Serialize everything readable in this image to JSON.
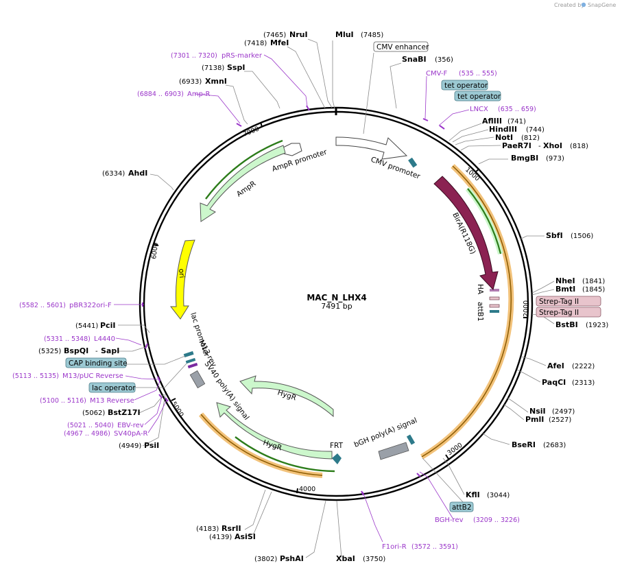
{
  "watermark": {
    "created_by": "Created by",
    "app": "SnapGene"
  },
  "plasmid": {
    "name": "MAC_N_LHX4",
    "length": "7491 bp"
  },
  "ticks": [
    "1000",
    "2000",
    "3000",
    "4000",
    "5000",
    "6000",
    "7000"
  ],
  "sites": [
    {
      "id": "mlui",
      "name": "MluI",
      "pos": "(7485)"
    },
    {
      "id": "snabi",
      "name": "SnaBI",
      "pos": "(356)"
    },
    {
      "id": "nrui",
      "name": "NruI",
      "pos": "(7465)"
    },
    {
      "id": "mfei",
      "name": "MfeI",
      "pos": "(7418)"
    },
    {
      "id": "sspi",
      "name": "SspI",
      "pos": "(7138)"
    },
    {
      "id": "xmni",
      "name": "XmnI",
      "pos": "(6933)"
    },
    {
      "id": "ahdi",
      "name": "AhdI",
      "pos": "(6334)"
    },
    {
      "id": "afliii",
      "name": "AflIII",
      "pos": "(741)"
    },
    {
      "id": "hindiii",
      "name": "HindIII",
      "pos": "(744)"
    },
    {
      "id": "noti",
      "name": "NotI",
      "pos": "(812)"
    },
    {
      "id": "paer7i",
      "name": "PaeR7I",
      "pos": "",
      "name2": "XhoI",
      "pos2": "(818)"
    },
    {
      "id": "bmgbi",
      "name": "BmgBI",
      "pos": "(973)"
    },
    {
      "id": "sbfi",
      "name": "SbfI",
      "pos": "(1506)"
    },
    {
      "id": "nhei",
      "name": "NheI",
      "pos": "(1841)"
    },
    {
      "id": "bmti",
      "name": "BmtI",
      "pos": "(1845)"
    },
    {
      "id": "bstbi",
      "name": "BstBI",
      "pos": "(1923)"
    },
    {
      "id": "afei",
      "name": "AfeI",
      "pos": "(2222)"
    },
    {
      "id": "paqci",
      "name": "PaqCI",
      "pos": "(2313)"
    },
    {
      "id": "nsii",
      "name": "NsiI",
      "pos": "(2497)"
    },
    {
      "id": "pmli",
      "name": "PmlI",
      "pos": "(2527)"
    },
    {
      "id": "bseri",
      "name": "BseRI",
      "pos": "(2683)"
    },
    {
      "id": "kfli",
      "name": "KflI",
      "pos": "(3044)"
    },
    {
      "id": "xbai",
      "name": "XbaI",
      "pos": "(3750)"
    },
    {
      "id": "pshai",
      "name": "PshAI",
      "pos": "(3802)"
    },
    {
      "id": "rsrii",
      "name": "RsrII",
      "pos": "(4183)"
    },
    {
      "id": "asisi",
      "name": "AsiSI",
      "pos": "(4139)"
    },
    {
      "id": "psii",
      "name": "PsiI",
      "pos": "(4949)"
    },
    {
      "id": "bstz17i",
      "name": "BstZ17I",
      "pos": "(5062)"
    },
    {
      "id": "bspqi",
      "name": "BspQI",
      "pos": "(5325)",
      "name2": "SapI",
      "pos2": ""
    },
    {
      "id": "pcii",
      "name": "PciI",
      "pos": "(5441)"
    }
  ],
  "primers": [
    {
      "id": "prs-marker",
      "label": "pRS-marker",
      "pos": "(7301 .. 7320)"
    },
    {
      "id": "amp-r",
      "label": "Amp-R",
      "pos": "(6884 .. 6903)"
    },
    {
      "id": "cmv-f",
      "label": "CMV-F",
      "pos": "(535 .. 555)"
    },
    {
      "id": "lncx",
      "label": "LNCX",
      "pos": "(635 .. 659)"
    },
    {
      "id": "pbr322ori-f",
      "label": "pBR322ori-F",
      "pos": "(5582 .. 5601)"
    },
    {
      "id": "l4440",
      "label": "L4440",
      "pos": "(5331 .. 5348)"
    },
    {
      "id": "m13-puc-reverse",
      "label": "M13/pUC Reverse",
      "pos": "(5113 .. 5135)"
    },
    {
      "id": "m13-reverse",
      "label": "M13 Reverse",
      "pos": "(5100 .. 5116)"
    },
    {
      "id": "ebv-rev",
      "label": "EBV-rev",
      "pos": "(5021 .. 5040)"
    },
    {
      "id": "sv40pa-r",
      "label": "SV40pA-R",
      "pos": "(4967 .. 4986)"
    },
    {
      "id": "bgh-rev",
      "label": "BGH-rev",
      "pos": "(3209 .. 3226)"
    },
    {
      "id": "f1ori-r",
      "label": "F1ori-R",
      "pos": "(3572 .. 3591)"
    }
  ],
  "boxed_labels": {
    "cmv_enhancer": "CMV enhancer",
    "tet_operator_1": "tet operator",
    "tet_operator_2": "tet operator",
    "strep_tag_1": "Strep-Tag II",
    "strep_tag_2": "Strep-Tag II",
    "cap_binding_site": "CAP binding site",
    "lac_operator": "lac operator",
    "attb2": "attB2"
  },
  "features": {
    "cmv_promoter": "CMV promoter",
    "ampr_promoter": "AmpR promoter",
    "ampr": "AmpR",
    "ori": "ori",
    "lac_promoter": "lac promoter",
    "m13_rev": "M13 rev",
    "sv40_polya": "SV40 poly(A) signal",
    "hygr_1": "HygR",
    "hygr_2": "HygR",
    "frt": "FRT",
    "bgh_polya": "bGH poly(A) signal",
    "bira": "BirA(R118G)",
    "ha": "HA",
    "attb1": "attB1"
  },
  "colors": {
    "site_label": "#000000",
    "primer": "#9a35c9",
    "feature_green": "#ccf7cc",
    "ori_yellow": "#ffff00",
    "bira_maroon": "#8b2252",
    "orf_orange": "#f2c27a",
    "strep_pink": "#e8c4cc",
    "operator_teal": "#9cc9d3",
    "marker_teal": "#2d7a8a"
  }
}
